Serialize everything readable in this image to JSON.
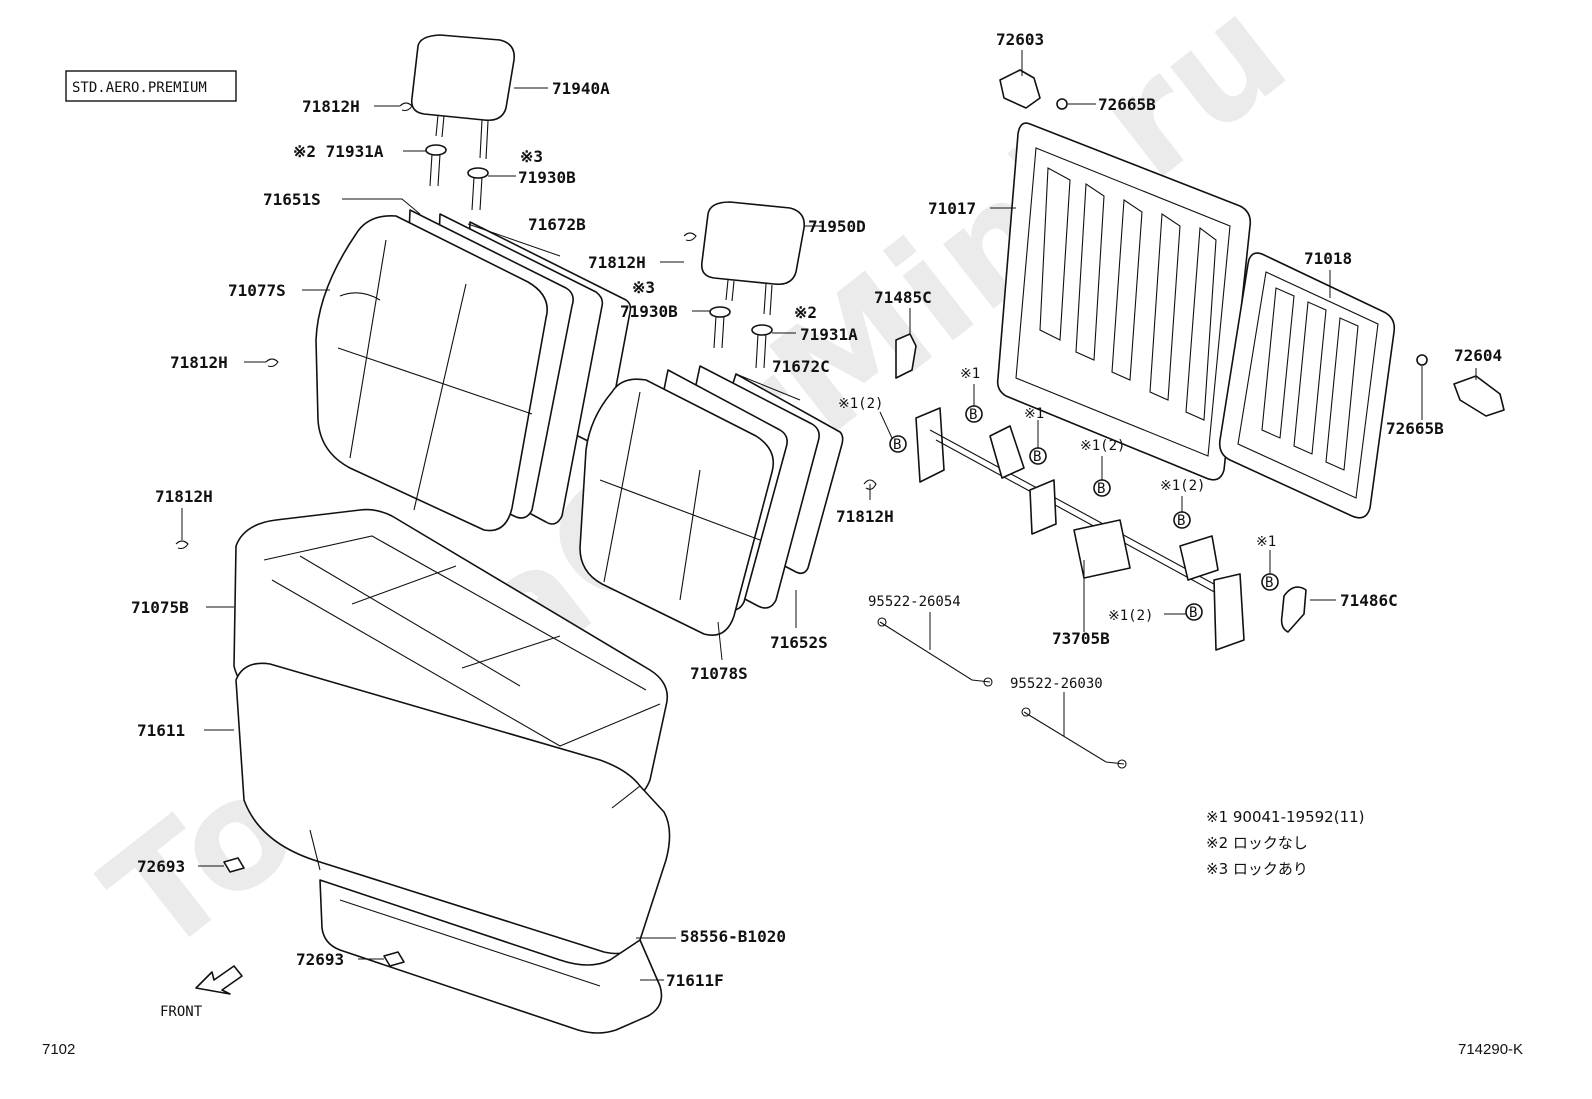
{
  "variant_tag": "STD.AERO.PREMIUM",
  "watermark": "ToyotaCarMini.ru",
  "page_code": "7102",
  "illustration_code": "714290-K",
  "front_label": "FRONT",
  "circle_marker": "B",
  "callouts": {
    "c71940A": "71940A",
    "c71812H_1": "71812H",
    "c71931A_1": "※2 71931A",
    "c71930B_1": "71930B",
    "c71930B_1_mark": "※3",
    "c71651S": "71651S",
    "c71672B": "71672B",
    "c71950D": "71950D",
    "c71812H_2": "71812H",
    "c71930B_2": "71930B",
    "c71930B_2_mark": "※3",
    "c71931A_2": "71931A",
    "c71931A_2_mark": "※2",
    "c71077S": "71077S",
    "c71812H_3": "71812H",
    "c71672C": "71672C",
    "c71812H_4": "71812H",
    "c71812H_5": "71812H",
    "c71075B": "71075B",
    "c71652S": "71652S",
    "c71078S": "71078S",
    "c71611": "71611",
    "c72693_1": "72693",
    "c72693_2": "72693",
    "c58556": "58556-B1020",
    "c71611F": "71611F",
    "c72603": "72603",
    "c72665B_1": "72665B",
    "c71017": "71017",
    "c71018": "71018",
    "c72604": "72604",
    "c72665B_2": "72665B",
    "c71485C": "71485C",
    "c71486C": "71486C",
    "c73705B": "73705B",
    "c95522_26054": "95522-26054",
    "c95522_26030": "95522-26030",
    "m1_a": "※1",
    "m1_b": "※1(2)",
    "m1_c": "※1",
    "m1_d": "※1(2)",
    "m1_e": "※1(2)",
    "m1_f": "※1",
    "m1_g": "※1(2)"
  },
  "notes": [
    "※1 90041-19592(11)",
    "※2 ロックなし",
    "※3 ロックあり"
  ]
}
